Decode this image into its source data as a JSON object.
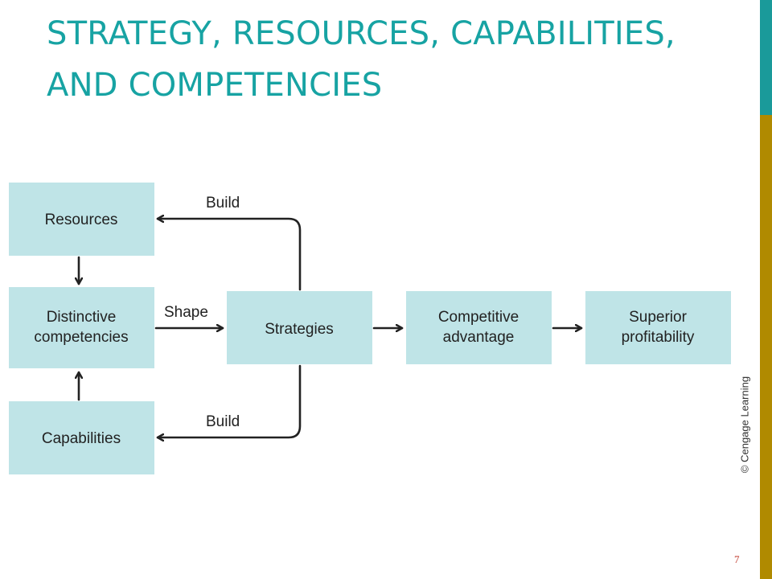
{
  "slide": {
    "title_line1": "STRATEGY, RESOURCES, CAPABILITIES,",
    "title_line2": "AND COMPETENCIES",
    "credit": "© Cengage Learning",
    "page_number": "7"
  },
  "diagram": {
    "nodes": {
      "resources": {
        "label": "Resources"
      },
      "competencies": {
        "label_line1": "Distinctive",
        "label_line2": "competencies"
      },
      "capabilities": {
        "label": "Capabilities"
      },
      "strategies": {
        "label": "Strategies"
      },
      "advantage": {
        "label_line1": "Competitive",
        "label_line2": "advantage"
      },
      "profitability": {
        "label_line1": "Superior",
        "label_line2": "profitability"
      }
    },
    "edges": {
      "build_top": "Build",
      "shape": "Shape",
      "build_bottom": "Build"
    }
  },
  "colors": {
    "title": "#17a3a3",
    "box_fill": "#bfe4e7",
    "accent_teal": "#1a9a9a",
    "accent_gold": "#b08a00",
    "arrow": "#222222"
  }
}
